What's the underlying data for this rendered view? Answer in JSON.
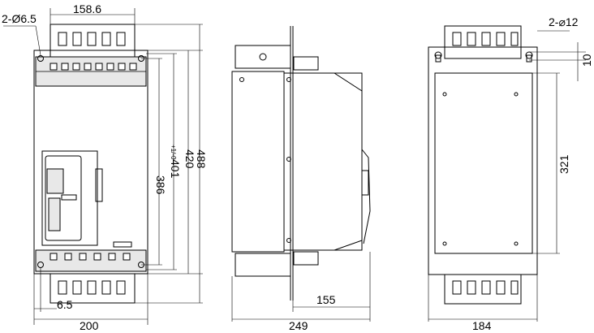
{
  "front_view": {
    "hole_note": "2-Ø6.5",
    "width_top": "158.6",
    "h386": "386",
    "h401": "401",
    "h401_tol": "+1/-0",
    "h420": "420",
    "h488": "488",
    "offset_bottom": "6.5",
    "width_bottom": "200"
  },
  "side_view": {
    "depth_partial": "155",
    "depth_total": "249"
  },
  "back_view": {
    "hole_note": "2-⌀12",
    "dim_10": "10",
    "dim_321": "321",
    "width": "184"
  }
}
